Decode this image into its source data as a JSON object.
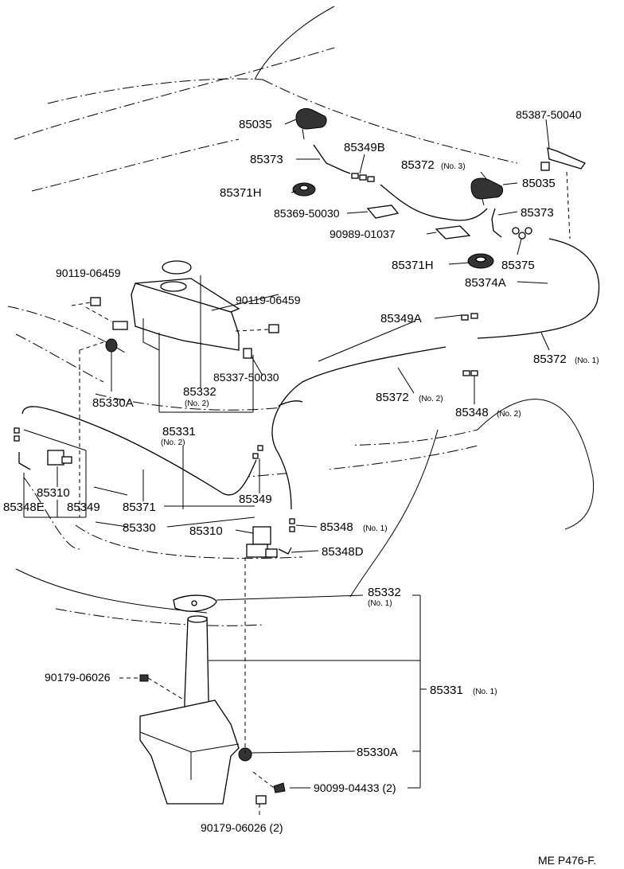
{
  "labels": {
    "l85035a": "85035",
    "l85373a": "85373",
    "l85349b": "85349B",
    "l85371ha": "85371H",
    "l85369": "85369-50030",
    "l90989": "90989-01037",
    "l85387": "85387-50040",
    "l85372n3": "85372",
    "l85035b": "85035",
    "l85373b": "85373",
    "l85371hb": "85371H",
    "l85375": "85375",
    "l85374a": "85374A",
    "l90119a": "90119-06459",
    "l90119b": "90119-06459",
    "l85349a": "85349A",
    "l85372n1": "85372",
    "l85337": "85337-50030",
    "l85330a_top": "85330A",
    "l85332n2": "85332",
    "l85372n2": "85372",
    "l85348n2": "85348",
    "l85331n2": "85331",
    "l85310a": "85310",
    "l85348e": "85348E",
    "l85349c": "85349",
    "l85371": "85371",
    "l85349d": "85349",
    "l85330": "85330",
    "l85310b": "85310",
    "l85348n1": "85348",
    "l85348d": "85348D",
    "l85332n1": "85332",
    "l90179a": "90179-06026",
    "l85331n1": "85331",
    "l85330a_bot": "85330A",
    "l90099": "90099-04433 (2)",
    "l90179b": "90179-06026 (2)",
    "ref": "ME P476-F."
  },
  "notes": {
    "no1": "(No. 1)",
    "no2": "(No. 2)",
    "no3": "(No. 3)"
  }
}
